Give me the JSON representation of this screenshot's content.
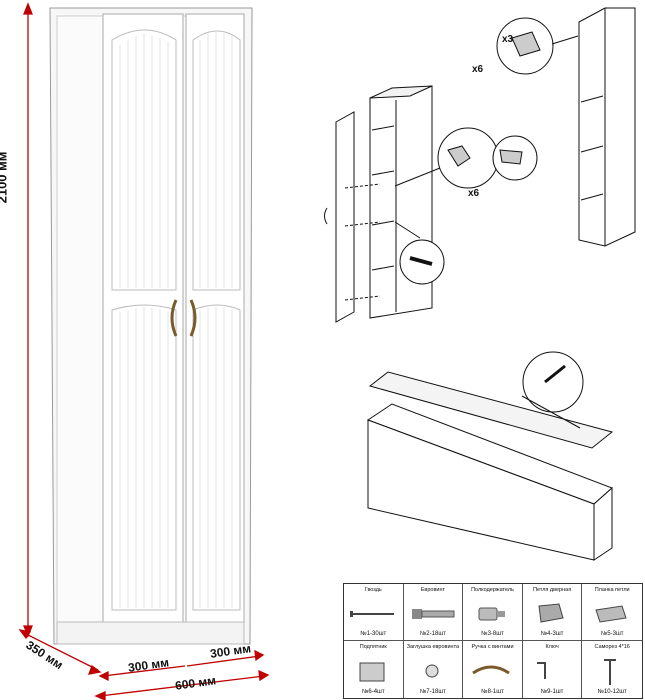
{
  "dimensions": {
    "height": "2100 мм",
    "depth": "350 мм",
    "width_left": "300 мм",
    "width_right": "300 мм",
    "width_total": "600 мм"
  },
  "counts": {
    "hinge_detail": "x3",
    "screw_top": "x6",
    "screw_mid": "x6"
  },
  "parts": [
    {
      "name": "Гвоздь",
      "count": "№1-30шт",
      "icon": "nail-icon"
    },
    {
      "name": "Евровинт",
      "count": "№2-18шт",
      "icon": "euroscrew-icon"
    },
    {
      "name": "Полкодержатель",
      "count": "№3-8шт",
      "icon": "shelf-support-icon"
    },
    {
      "name": "Петля дверная",
      "count": "№4-3шт",
      "icon": "door-hinge-icon"
    },
    {
      "name": "Планка петли",
      "count": "№5-3шт",
      "icon": "hinge-plate-icon"
    },
    {
      "name": "Подпятник",
      "count": "№6-4шт",
      "icon": "foot-pad-icon"
    },
    {
      "name": "Заглушка евровинта",
      "count": "№7-18шт",
      "icon": "cap-icon"
    },
    {
      "name": "Ручка с винтами",
      "count": "№8-1шт",
      "icon": "handle-icon"
    },
    {
      "name": "Ключ",
      "count": "№9-1шт",
      "icon": "key-icon"
    },
    {
      "name": "Саморез 4*16",
      "count": "№10-12шт",
      "icon": "wood-screw-icon"
    }
  ]
}
